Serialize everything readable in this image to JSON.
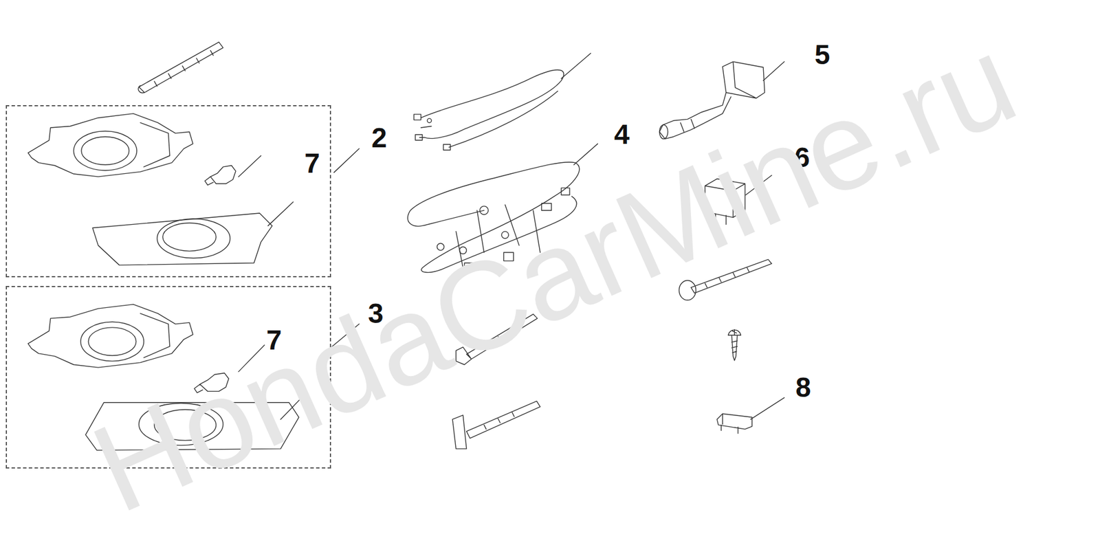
{
  "diagram": {
    "nodes": [
      {
        "text": [
          "7"
        ]
      },
      {
        "text": [
          "7"
        ]
      }
    ],
    "labels": [
      "5",
      "2",
      "4",
      "6",
      "3",
      "8",
      "HondaCarMine.ru"
    ]
  }
}
